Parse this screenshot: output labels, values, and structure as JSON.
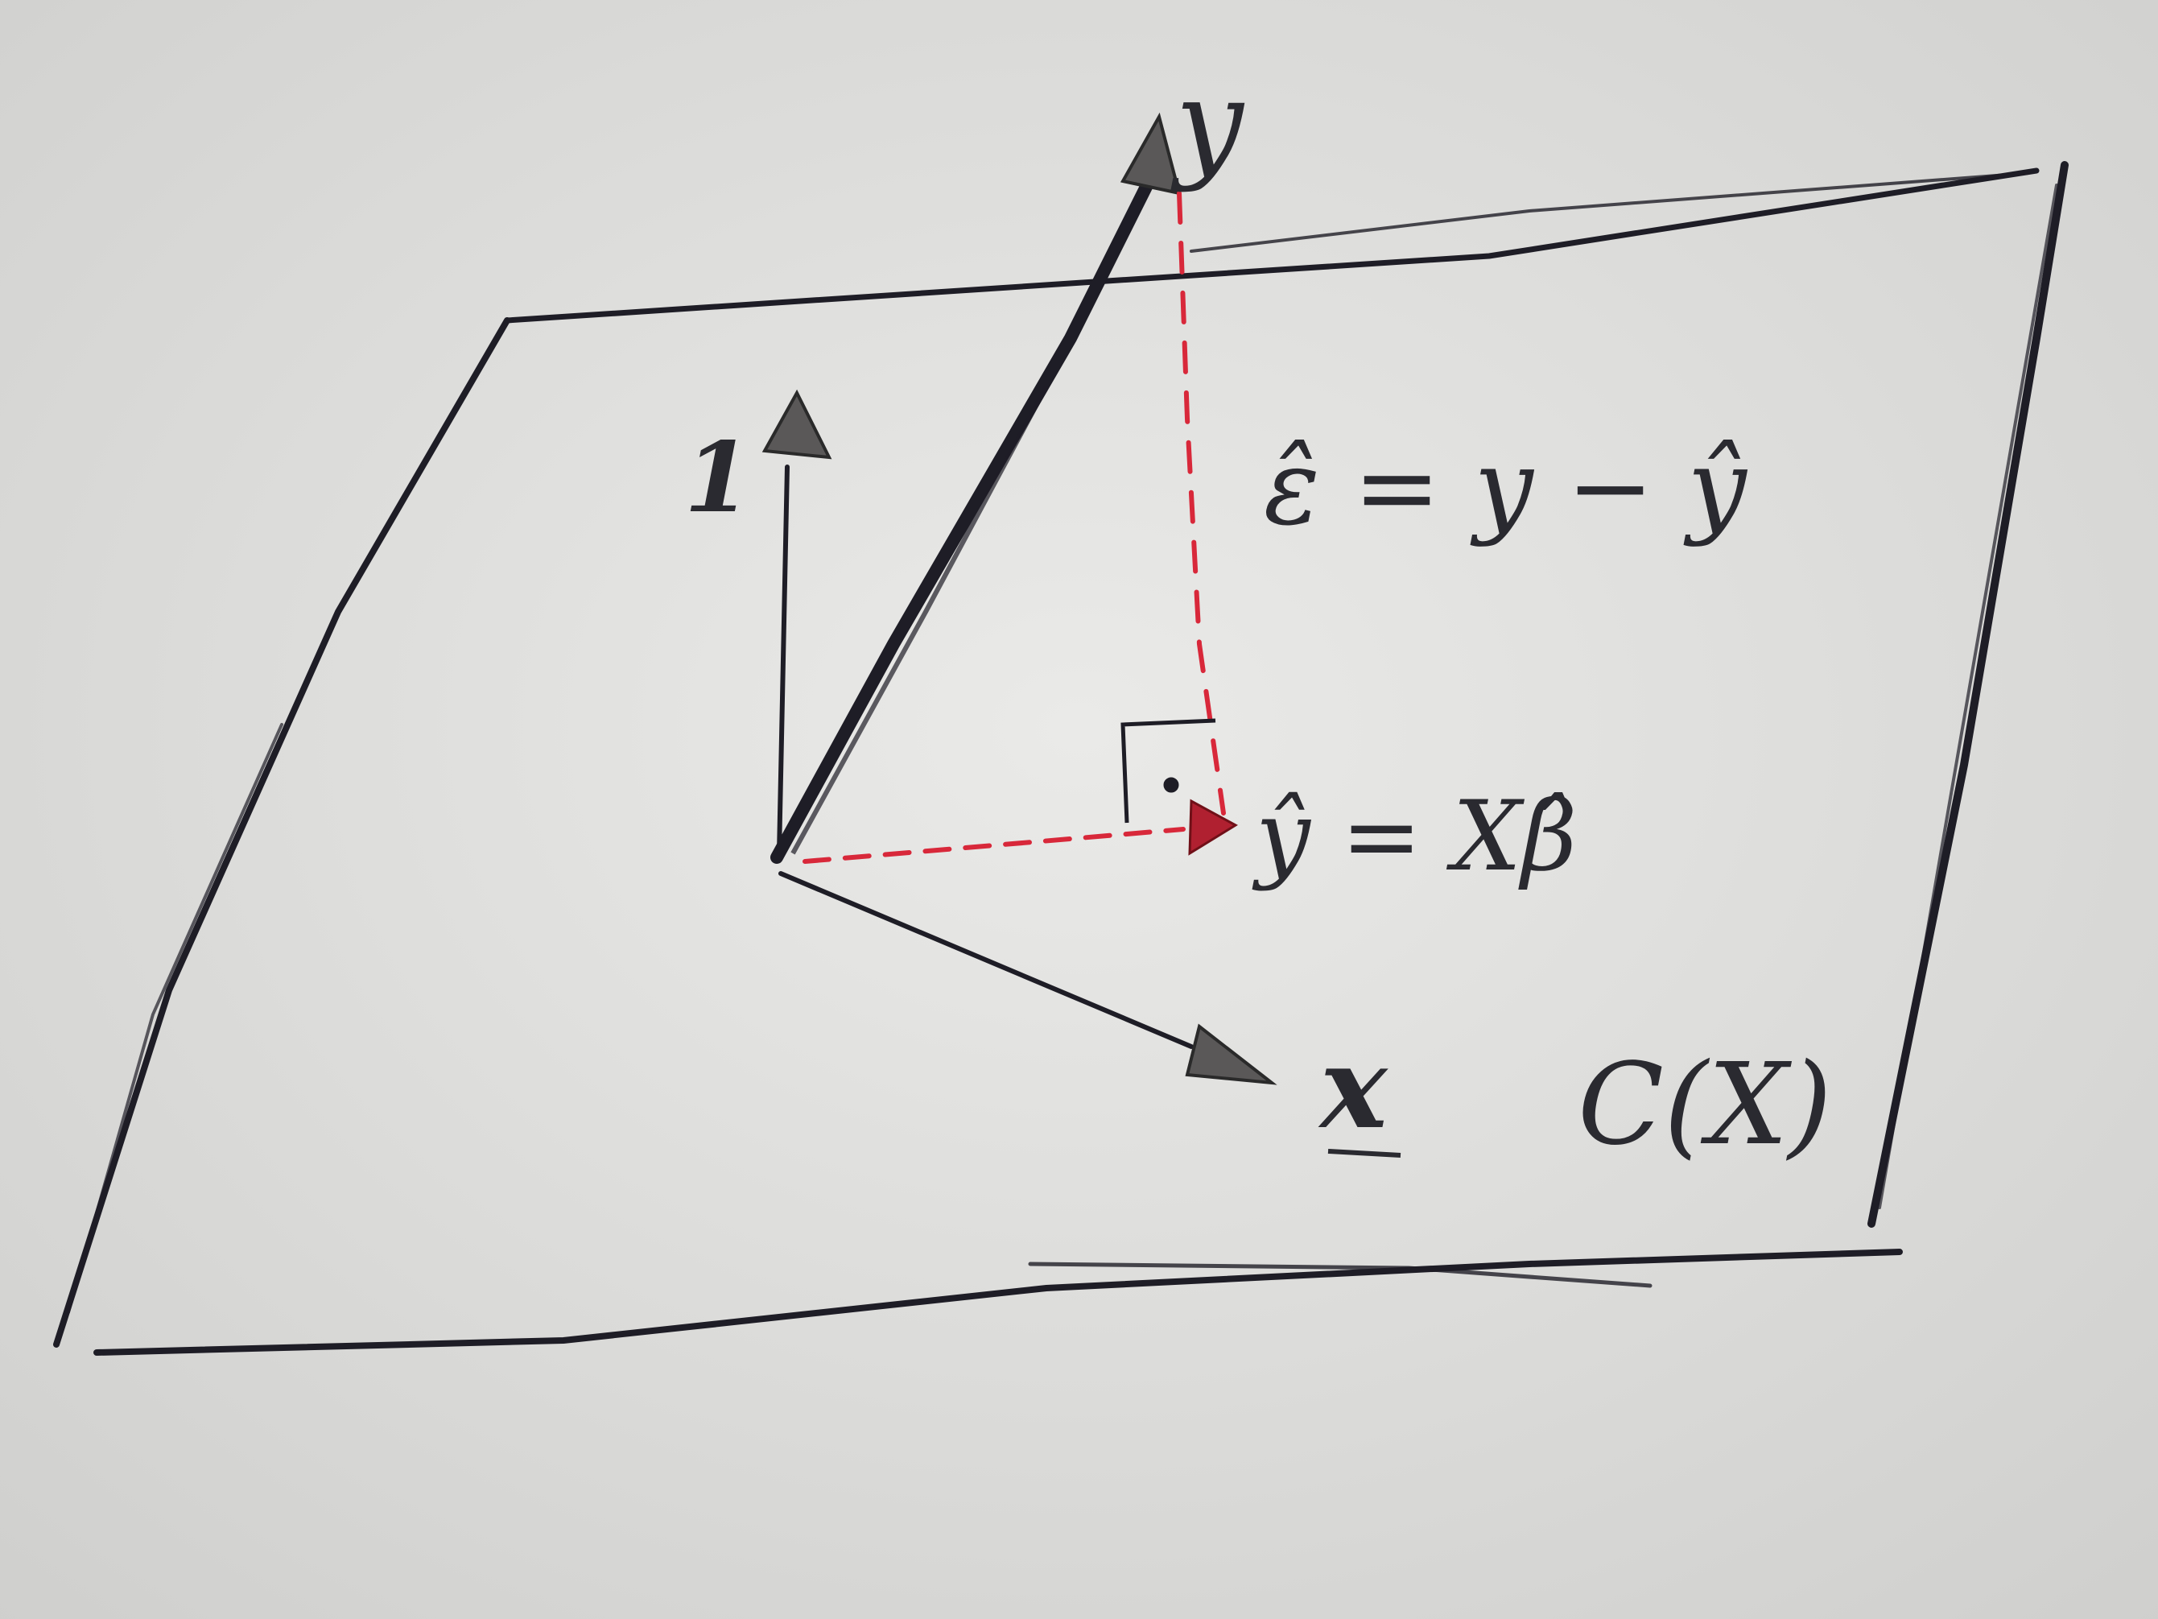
{
  "labels": {
    "y": "y",
    "one": "1",
    "x_vec": "x",
    "residual": "ε̂ = y − ŷ",
    "fitted": "ŷ = Xβ̂",
    "column_space": "C(X)"
  },
  "colors": {
    "paper": "#e4e4e2",
    "ink": "#1e1d26",
    "red_ink": "#d8283a"
  }
}
